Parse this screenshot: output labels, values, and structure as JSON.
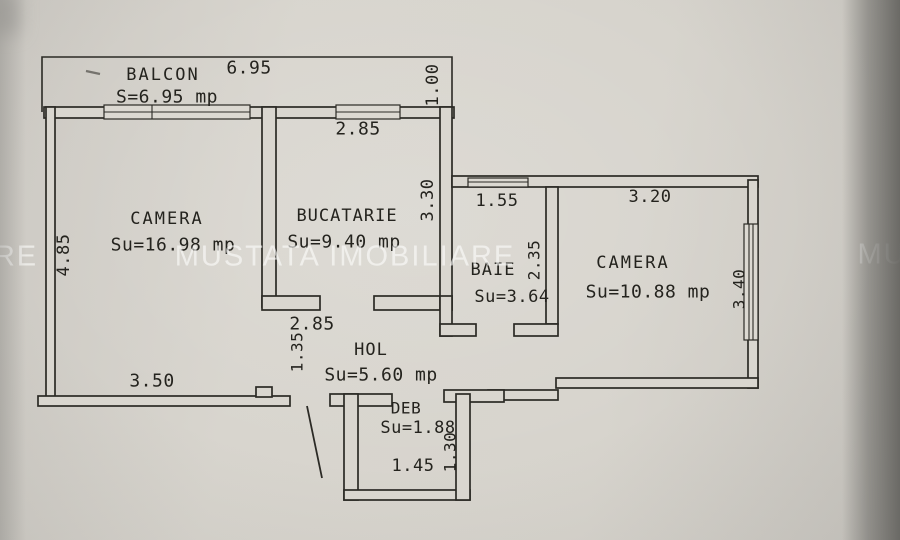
{
  "plan": {
    "balcon": {
      "name": "BALCON",
      "area": "S=6.95 mp",
      "dim_width": "6.95",
      "dim_depth": "1.00"
    },
    "camera_stanga": {
      "name": "CAMERA",
      "area": "Su=16.98 mp",
      "dim_height": "4.85",
      "dim_bottom": "3.50"
    },
    "bucatarie": {
      "name": "BUCATARIE",
      "area": "Su=9.40 mp",
      "dim_window": "2.85",
      "dim_height": "3.30"
    },
    "baie": {
      "name": "BAIE",
      "area": "Su=3.64",
      "dim_width": "1.55",
      "dim_height": "2.35"
    },
    "camera_dreapta": {
      "name": "CAMERA",
      "area": "Su=10.88 mp",
      "dim_width": "3.20",
      "dim_height": "3.40"
    },
    "hol": {
      "name": "HOL",
      "area": "Su=5.60 mp",
      "dim_width": "2.85",
      "dim_door": "1.35"
    },
    "deb": {
      "name": "DEB",
      "area": "Su=1.88",
      "dim_width": "1.45",
      "dim_height": "1.30"
    }
  },
  "watermark": {
    "left": "RE",
    "center": "MUSTATA IMOBILIARE",
    "right": "MU"
  },
  "colors": {
    "paper": "#d7d4cd",
    "ink": "#2b2a25",
    "watermark": "rgba(252,252,250,0.62)"
  }
}
